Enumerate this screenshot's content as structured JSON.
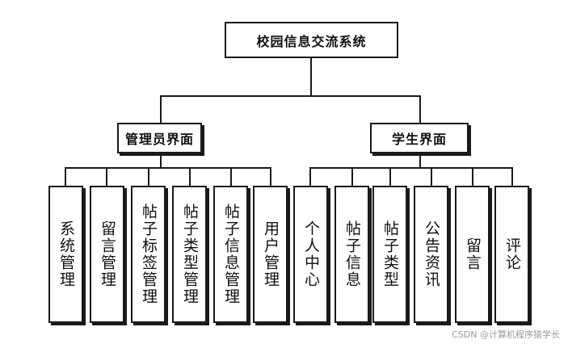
{
  "root": {
    "label": "校园信息交流系统"
  },
  "admin": {
    "label": "管理员界面",
    "children": [
      "系统管理",
      "留言管理",
      "帖子标签管理",
      "帖子类型管理",
      "帖子信息管理",
      "用户管理"
    ]
  },
  "student": {
    "label": "学生界面",
    "children": [
      "个人中心",
      "帖子信息",
      "帖子类型",
      "公告资讯",
      "留言",
      "评论"
    ]
  },
  "watermark": "CSDN @计算机程序猿学长"
}
